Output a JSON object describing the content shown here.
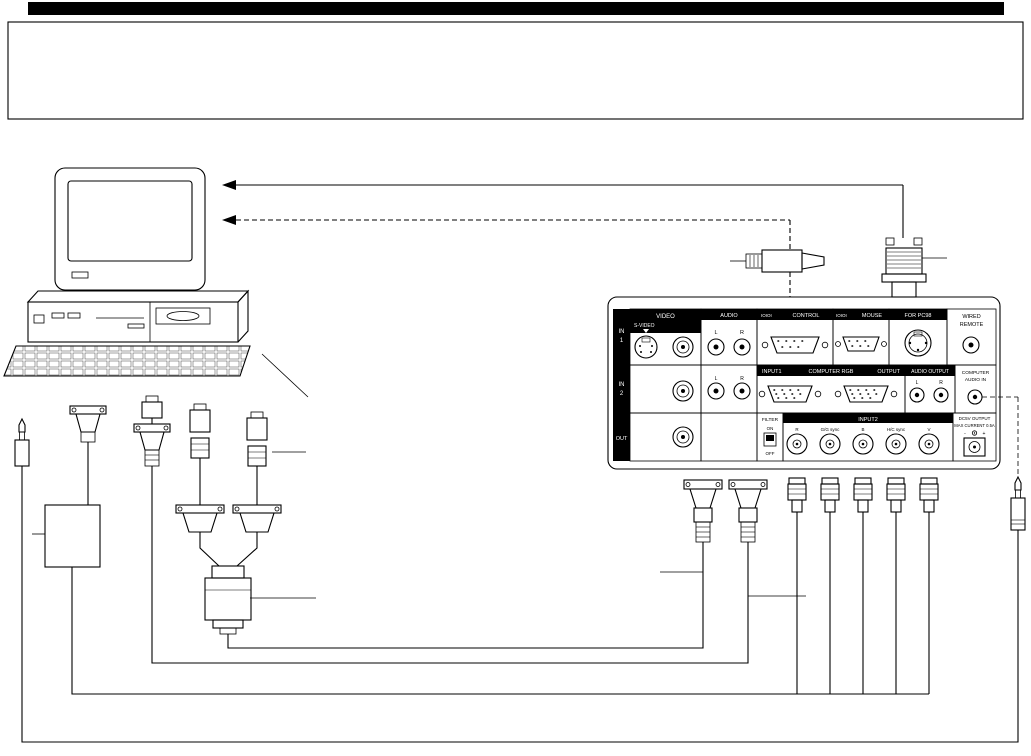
{
  "panel": {
    "sidebar": {
      "in1a": "IN",
      "in1b": "1",
      "in2a": "IN",
      "in2b": "2",
      "out": "OUT"
    },
    "video_header": "VIDEO",
    "svideo_label": "S-VIDEO",
    "audio_header": "AUDIO",
    "jack_left": "L",
    "jack_right": "R",
    "control_icon": "IOIOI",
    "control_label": "CONTROL",
    "mouse_icon": "IOIOI",
    "mouse_label": "MOUSE",
    "pc98_label": "FOR PC98",
    "wired_remote1": "WIRED",
    "wired_remote2": "REMOTE",
    "rgb_input1": "INPUT1",
    "rgb_center": "COMPUTER RGB",
    "rgb_output": "OUTPUT",
    "audio_output_header": "AUDIO OUTPUT",
    "computer_audio1": "COMPUTER",
    "computer_audio2": "AUDIO IN",
    "filter_label": "FILTER",
    "filter_on": "ON",
    "filter_off": "OFF",
    "input2_header": "INPUT2",
    "bnc_labels": [
      "R",
      "G/G sync",
      "B",
      "H/C sync",
      "V"
    ],
    "dc5v_line1": "DC5V OUTPUT",
    "dc5v_line2": "MAX CURRENT 0.5A",
    "dc5v_minus": "-",
    "dc5v_plus": "+"
  },
  "colors": {
    "ink": "#000000",
    "bar": "#111111",
    "panel_bg": "#ffffff"
  }
}
